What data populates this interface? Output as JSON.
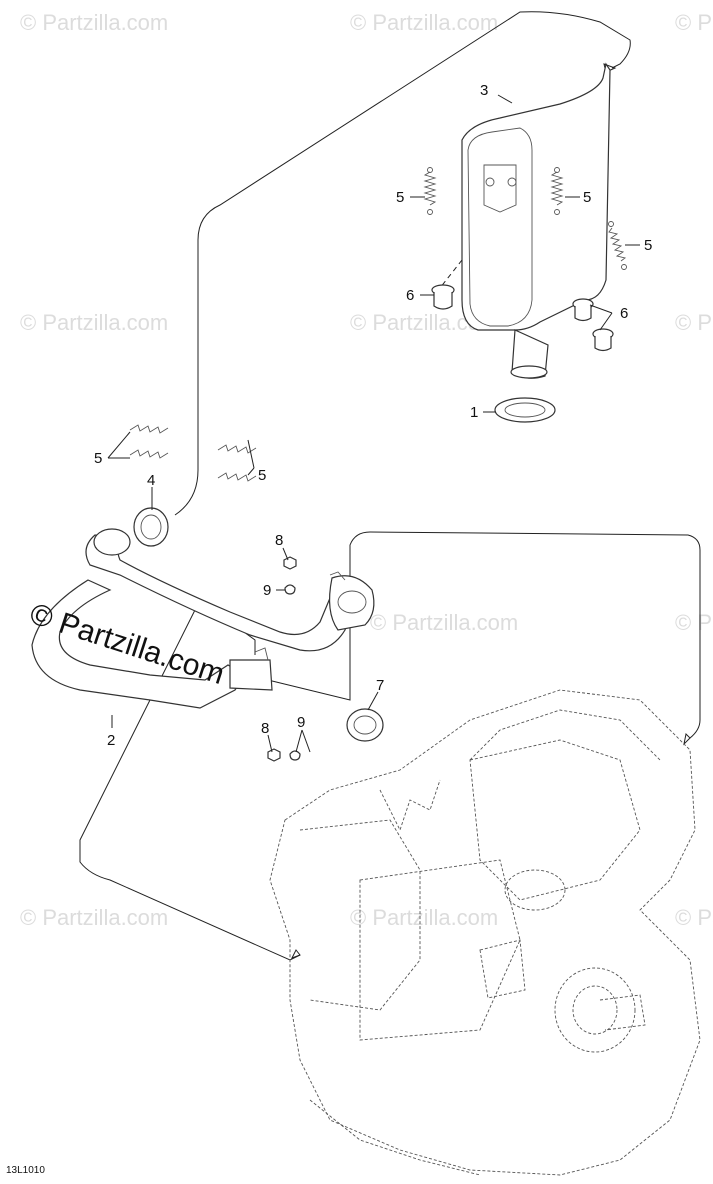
{
  "watermark": "© Partzilla.com",
  "watermark_main": "© Partzilla.com",
  "diagram_code": "13L1010",
  "callouts": {
    "c1": "1",
    "c2": "2",
    "c3": "3",
    "c4": "4",
    "c5a": "5",
    "c5b": "5",
    "c5c": "5",
    "c5d": "5",
    "c5e": "5",
    "c6a": "6",
    "c6b": "6",
    "c7": "7",
    "c8a": "8",
    "c8b": "8",
    "c9a": "9",
    "c9b": "9"
  }
}
